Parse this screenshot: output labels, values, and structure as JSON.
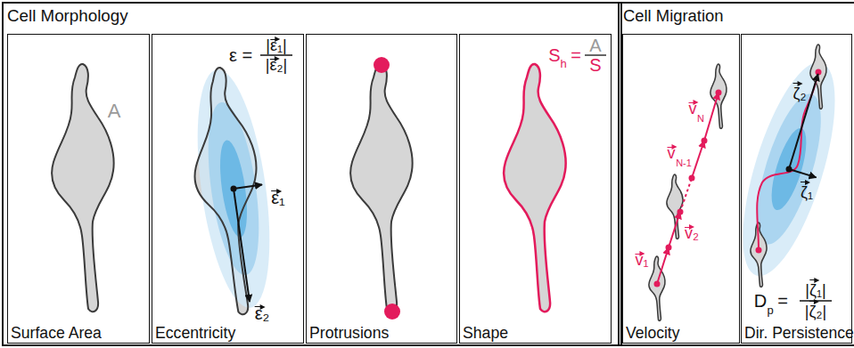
{
  "diagram": {
    "nodes": [
      {
        "text": [
          "Cell Morphology"
        ]
      },
      {
        "text": [
          "Surface Area"
        ],
        "in": 0
      },
      {
        "text": [
          "Eccentricity"
        ],
        "in": 0
      },
      {
        "text": [
          "Protrusions"
        ],
        "in": 0
      },
      {
        "text": [
          "Shape"
        ],
        "in": 0
      },
      {
        "text": [
          "Cell Migration"
        ]
      },
      {
        "text": [
          "Velocity"
        ],
        "in": 5
      },
      {
        "text": [
          "Dir. Persistence"
        ],
        "in": 5
      }
    ],
    "labels": [
      "A",
      "ε =",
      "|ε₁|",
      "|ε₂|",
      "ε₁",
      "ε₂",
      "S",
      "h",
      "=",
      "A",
      "S",
      "v₁",
      "v₂",
      "v",
      "N-1",
      "v",
      "N",
      "ζ₂",
      "ζ₁",
      "D",
      "p",
      "=",
      "|ζ₁|",
      "|ζ₂|"
    ]
  }
}
